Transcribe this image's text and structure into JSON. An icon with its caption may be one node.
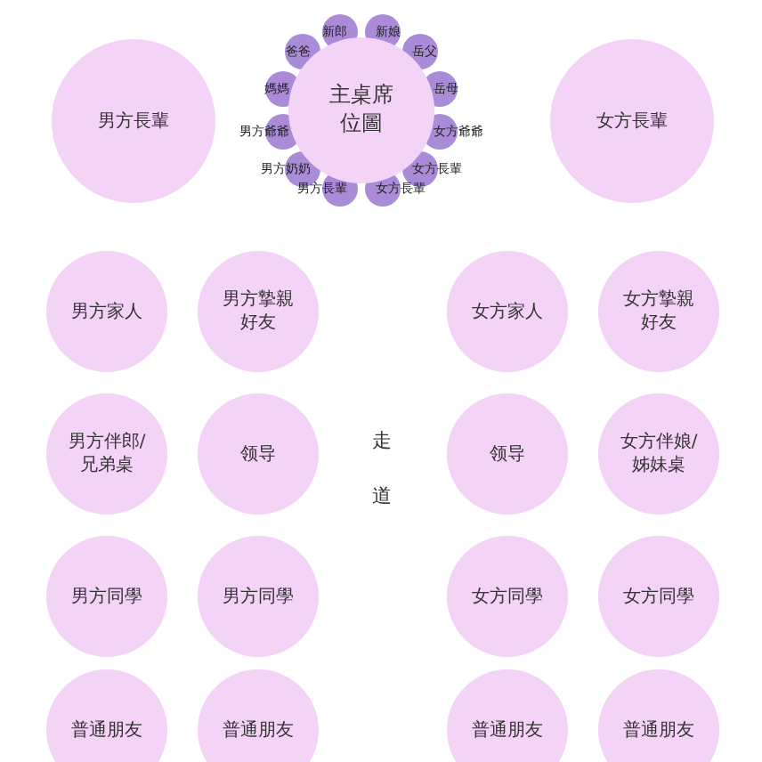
{
  "diagram": {
    "nodes": [
      {
        "text": [
          "男方長輩"
        ]
      },
      {
        "text": [
          "主桌席位圖"
        ]
      },
      {
        "text": [
          "女方長輩"
        ]
      },
      {
        "text": [
          "新郎"
        ]
      },
      {
        "text": [
          "新娘"
        ]
      },
      {
        "text": [
          "岳父"
        ]
      },
      {
        "text": [
          "岳母"
        ]
      },
      {
        "text": [
          "女方爺爺"
        ]
      },
      {
        "text": [
          "女方長輩"
        ]
      },
      {
        "text": [
          "女方長輩"
        ]
      },
      {
        "text": [
          "男方長輩"
        ]
      },
      {
        "text": [
          "男方奶奶"
        ]
      },
      {
        "text": [
          "男方爺爺"
        ]
      },
      {
        "text": [
          "媽媽"
        ]
      },
      {
        "text": [
          "爸爸"
        ]
      },
      {
        "text": [
          "男方家人"
        ]
      },
      {
        "text": [
          "男方摯親好友"
        ]
      },
      {
        "text": [
          "女方家人"
        ]
      },
      {
        "text": [
          "女方摯親好友"
        ]
      },
      {
        "text": [
          "男方伴郎/兄弟桌"
        ]
      },
      {
        "text": [
          "领导"
        ]
      },
      {
        "text": [
          "领导"
        ]
      },
      {
        "text": [
          "女方伴娘/姊妹桌"
        ]
      },
      {
        "text": [
          "男方同學"
        ]
      },
      {
        "text": [
          "男方同學"
        ]
      },
      {
        "text": [
          "女方同學"
        ]
      },
      {
        "text": [
          "女方同學"
        ]
      },
      {
        "text": [
          "普通朋友"
        ]
      },
      {
        "text": [
          "普通朋友"
        ]
      },
      {
        "text": [
          "普通朋友"
        ]
      },
      {
        "text": [
          "普通朋友"
        ]
      }
    ],
    "labels": [
      "走道"
    ]
  }
}
